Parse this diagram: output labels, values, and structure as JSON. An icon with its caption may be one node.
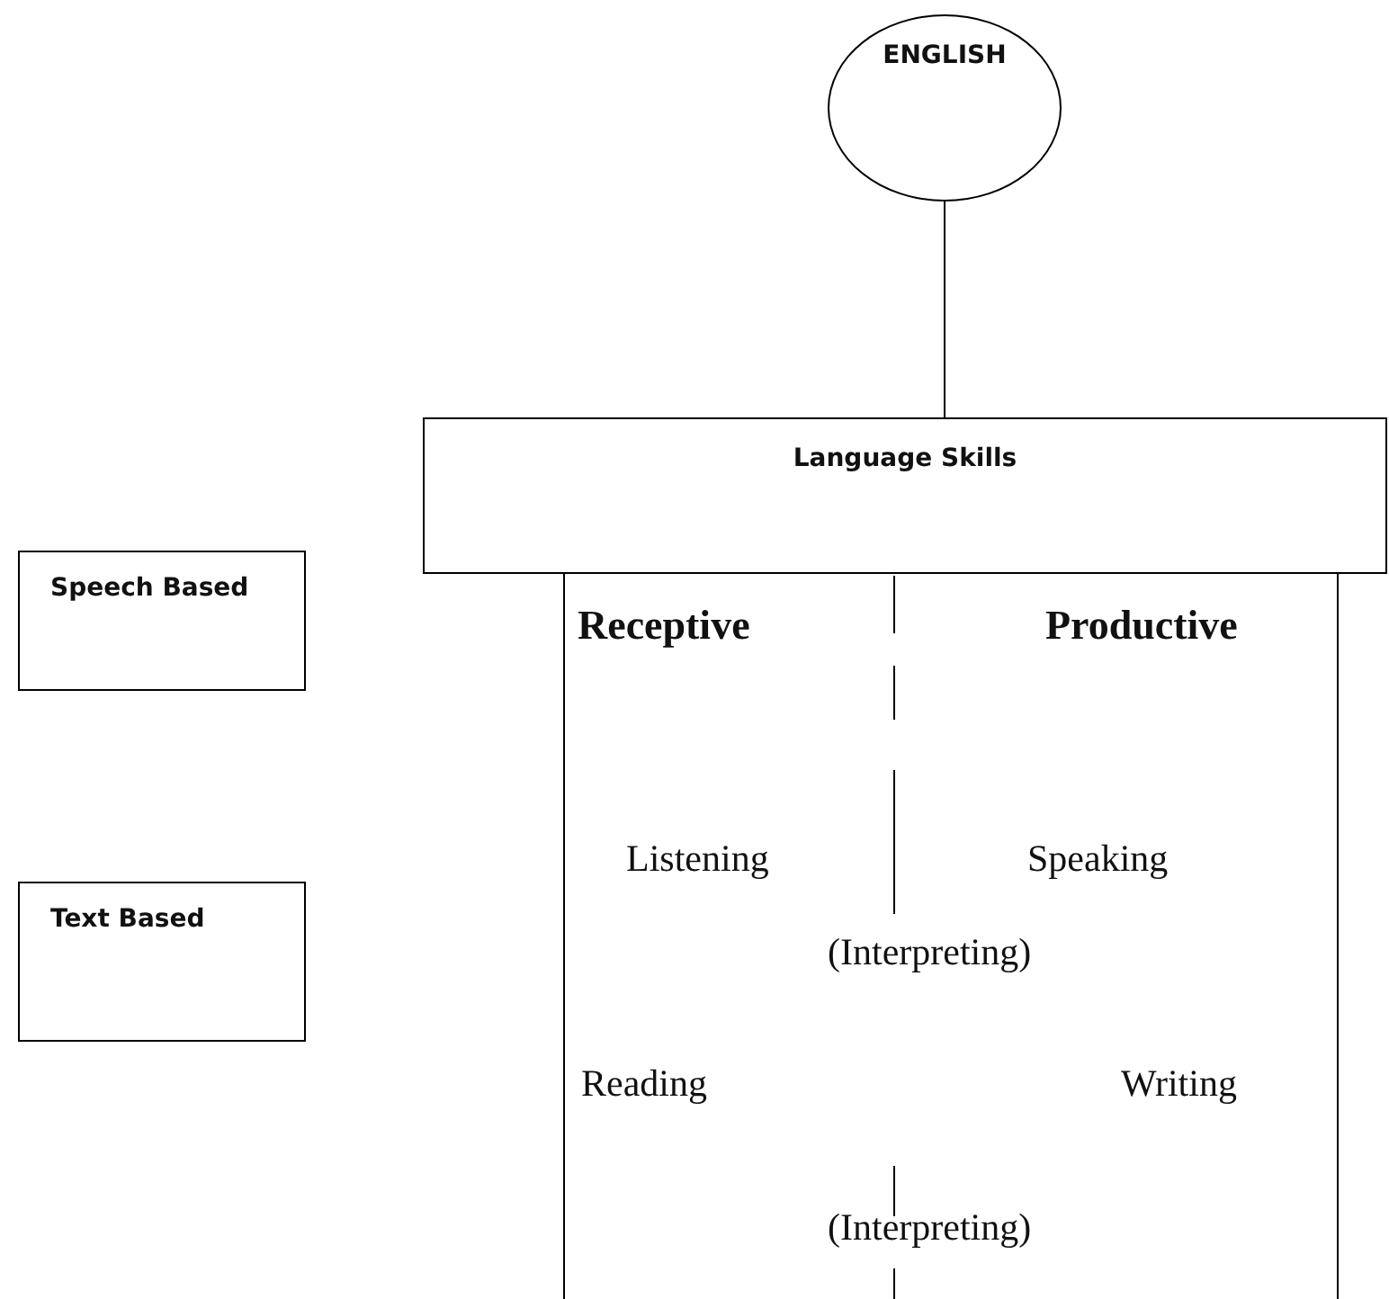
{
  "diagram": {
    "nodes": [
      {
        "text": [
          "ENGLISH"
        ]
      },
      {
        "text": [
          "Language Skills"
        ]
      },
      {
        "text": [
          "Receptive",
          "Productive",
          "Listening",
          "Speaking",
          "(Interpreting)",
          "Reading",
          "Writing",
          "(Interpreting)"
        ]
      },
      {
        "text": [
          "Speech Based"
        ]
      },
      {
        "text": [
          "Text Based"
        ]
      }
    ],
    "edges": [
      {
        "from": 0,
        "to": 1,
        "arrow": "none"
      }
    ]
  }
}
